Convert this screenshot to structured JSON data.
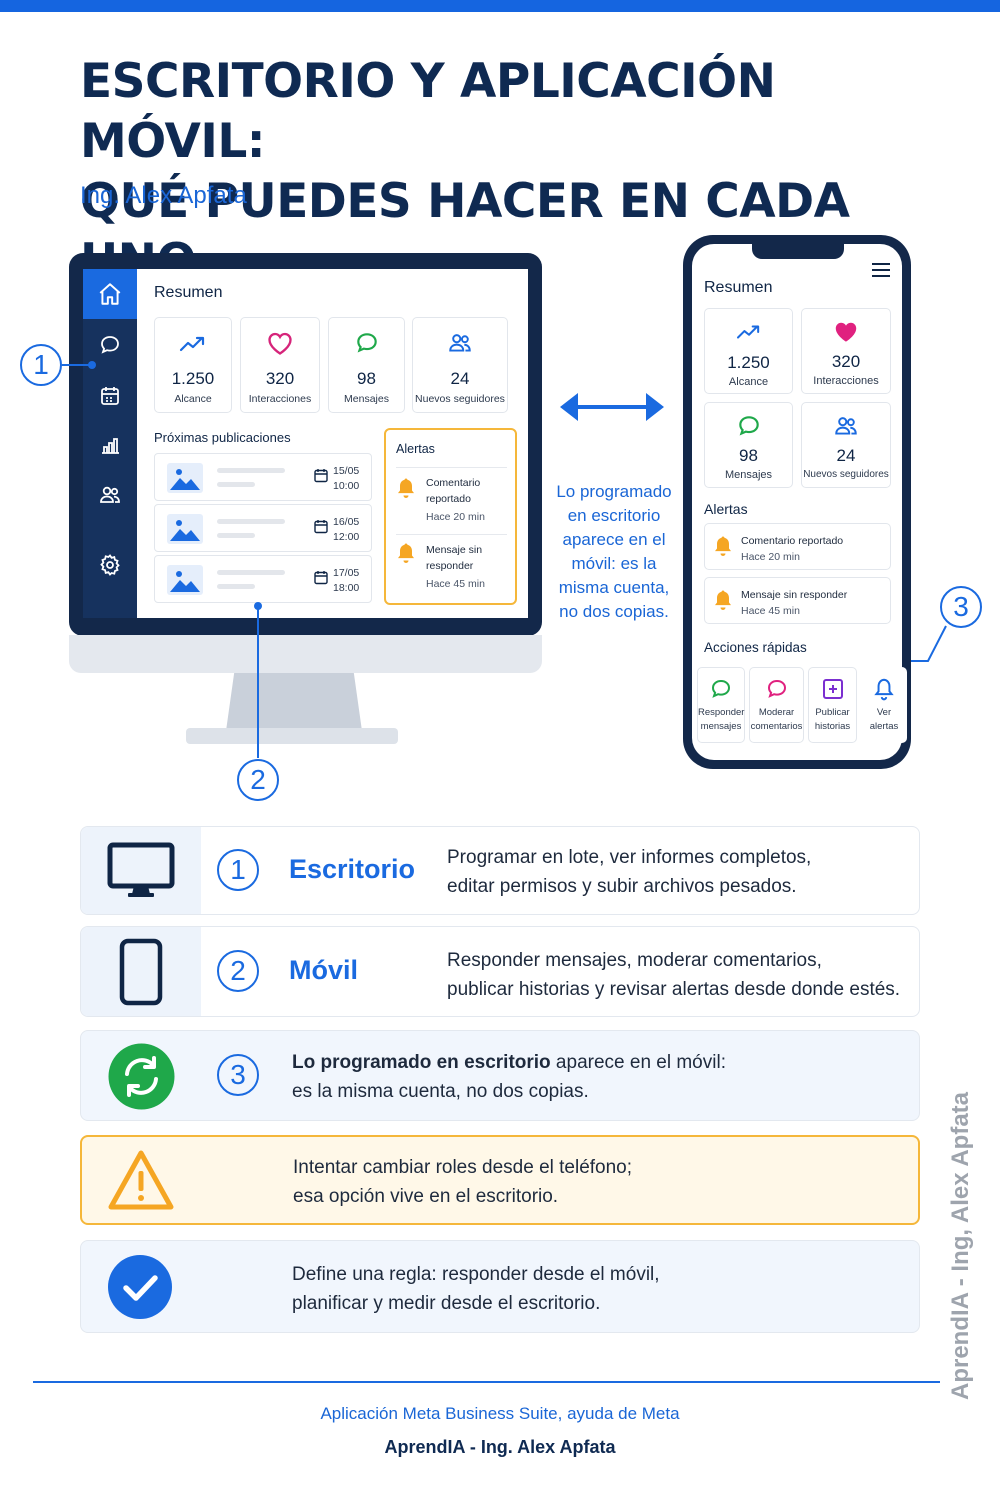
{
  "title_line1": "ESCRITORIO Y APLICACIÓN MÓVIL:",
  "title_line2": "QUÉ PUEDES HACER EN CADA UNO",
  "author": "Ing. Alex Apfata",
  "desktop": {
    "summary_title": "Resumen",
    "stats": [
      {
        "value": "1.250",
        "label": "Alcance",
        "icon": "trend-icon"
      },
      {
        "value": "320",
        "label": "Interacciones",
        "icon": "heart-icon"
      },
      {
        "value": "98",
        "label": "Mensajes",
        "icon": "chat-icon"
      },
      {
        "value": "24",
        "label": "Nuevos seguidores",
        "icon": "followers-icon"
      }
    ],
    "upcoming_title": "Próximas publicaciones",
    "posts": [
      {
        "date": "15/05",
        "time": "10:00"
      },
      {
        "date": "16/05",
        "time": "12:00"
      },
      {
        "date": "17/05",
        "time": "18:00"
      }
    ],
    "alerts_title": "Alertas",
    "alerts": [
      {
        "text_a": "Comentario",
        "text_b": "reportado",
        "time": "Hace 20 min"
      },
      {
        "text_a": "Mensaje sin",
        "text_b": "responder",
        "time": "Hace 45 min"
      }
    ]
  },
  "sync_text": [
    "Lo programado",
    "en escritorio",
    "aparece en el",
    "móvil: es la",
    "misma cuenta,",
    "no dos copias."
  ],
  "mobile": {
    "summary_title": "Resumen",
    "stats": [
      {
        "value": "1.250",
        "label": "Alcance"
      },
      {
        "value": "320",
        "label": "Interacciones"
      },
      {
        "value": "98",
        "label": "Mensajes"
      },
      {
        "value": "24",
        "label": "Nuevos seguidores"
      }
    ],
    "alerts_title": "Alertas",
    "alerts": [
      {
        "text": "Comentario reportado",
        "time": "Hace 20 min"
      },
      {
        "text": "Mensaje sin responder",
        "time": "Hace 45 min"
      }
    ],
    "quick_title": "Acciones rápidas",
    "quick_actions": [
      {
        "line1": "Responder",
        "line2": "mensajes"
      },
      {
        "line1": "Moderar",
        "line2": "comentarios"
      },
      {
        "line1": "Publicar",
        "line2": "historias"
      },
      {
        "line1": "Ver",
        "line2": "alertas"
      }
    ]
  },
  "callouts": [
    "1",
    "2",
    "3"
  ],
  "rows": {
    "desktop": {
      "num": "1",
      "name": "Escritorio",
      "line1": "Programar en lote, ver informes completos,",
      "line2": "editar permisos y subir archivos pesados."
    },
    "mobile": {
      "num": "2",
      "name": "Móvil",
      "line1": "Responder mensajes, moderar comentarios,",
      "line2": "publicar historias y revisar alertas desde donde estés."
    },
    "sync": {
      "num": "3",
      "bold": "Lo programado en escritorio",
      "rest": " aparece en el móvil:",
      "line2": "es la misma cuenta, no dos copias."
    },
    "warning": {
      "line1": "Intentar cambiar roles desde el teléfono;",
      "line2": "esa opción vive en el escritorio."
    },
    "rule": {
      "line1": "Define una regla: responder desde el móvil,",
      "line2": "planificar y medir desde el escritorio."
    }
  },
  "footer_source": "Aplicación Meta Business Suite, ayuda de Meta",
  "footer_brand": "AprendIA - Ing. Alex Apfata",
  "vertical_watermark": "AprendIA - Ing, Alex Apfata",
  "colors": {
    "accent": "#1a6ae0",
    "navy": "#13284a",
    "warning": "#f5a623",
    "success": "#1fa84a"
  }
}
